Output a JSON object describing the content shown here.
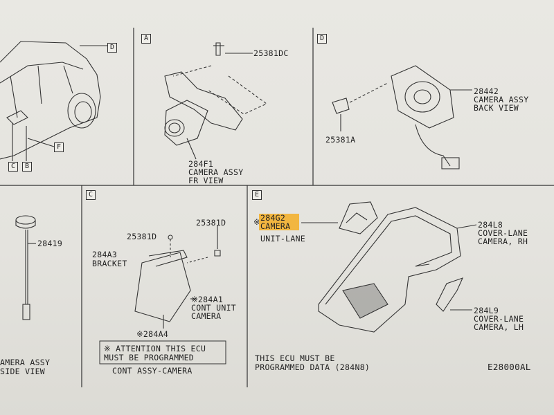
{
  "panels": {
    "a": "A",
    "b": "B",
    "c": "C",
    "d": "D",
    "e": "E",
    "f": "F"
  },
  "parts": {
    "p25381DC": "25381DC",
    "p284F1": [
      "284F1",
      "CAMERA ASSY",
      "FR VIEW"
    ],
    "p28442": [
      "28442",
      "CAMERA ASSY",
      "BACK VIEW"
    ],
    "p25381A": "25381A",
    "p28419": "28419",
    "side_view": [
      "AMERA ASSY",
      "SIDE VIEW"
    ],
    "p25381D_a": "25381D",
    "p25381D_b": "25381D",
    "p284A3": [
      "284A3",
      "BRACKET"
    ],
    "p284A1": [
      "※284A1",
      "CONT UNIT",
      "CAMERA"
    ],
    "p284A4": "※284A4",
    "attention": [
      "※ ATTENTION THIS ECU",
      "MUST BE PROGRAMMED"
    ],
    "cont_assy": "CONT ASSY-CAMERA",
    "p284G2_mark": "※",
    "p284G2": [
      "284G2",
      "CAMERA",
      "UNIT-LANE"
    ],
    "p284L8": [
      "284L8",
      "COVER-LANE",
      "CAMERA, RH"
    ],
    "p284L9": [
      "284L9",
      "COVER-LANE",
      "CAMERA, LH"
    ],
    "ecu_note": [
      "THIS ECU MUST BE",
      "PROGRAMMED DATA (284N8)"
    ],
    "drawing_no": "E28000AL"
  }
}
